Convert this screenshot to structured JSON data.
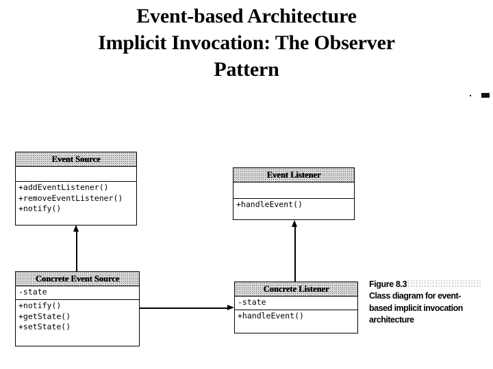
{
  "slide": {
    "title_lines": [
      "Event-based Architecture",
      "Implicit Invocation: The Observer",
      "Pattern"
    ]
  },
  "diagram": {
    "classes": [
      {
        "id": "event-source",
        "name": "Event Source",
        "attributes": [],
        "operations": [
          "+addEventListener()",
          "+removeEventListener()",
          "+notify()"
        ]
      },
      {
        "id": "event-listener",
        "name": "Event Listener",
        "attributes": [],
        "operations": [
          "+handleEvent()"
        ]
      },
      {
        "id": "concrete-event-source",
        "name": "Concrete Event Source",
        "attributes": [
          "-state"
        ],
        "operations": [
          "+notify()",
          "+getState()",
          "+setState()"
        ]
      },
      {
        "id": "concrete-listener",
        "name": "Concrete Listener",
        "attributes": [
          "-state"
        ],
        "operations": [
          "+handleEvent()"
        ]
      }
    ],
    "relationships": [
      {
        "id": "generalization-source",
        "type": "generalization",
        "from": "Concrete Event Source",
        "to": "Event Source"
      },
      {
        "id": "generalization-listener",
        "type": "generalization",
        "from": "Concrete Listener",
        "to": "Event Listener"
      },
      {
        "id": "association-notifies",
        "type": "association",
        "from": "Concrete Event Source",
        "to": "Concrete Listener"
      }
    ]
  },
  "caption": {
    "label": "Figure 8.3",
    "text": "Class diagram for event-based implicit invocation architecture"
  },
  "colors": {
    "ink": "#000000",
    "page": "#ffffff",
    "header_fill": "#d8d8d8"
  }
}
